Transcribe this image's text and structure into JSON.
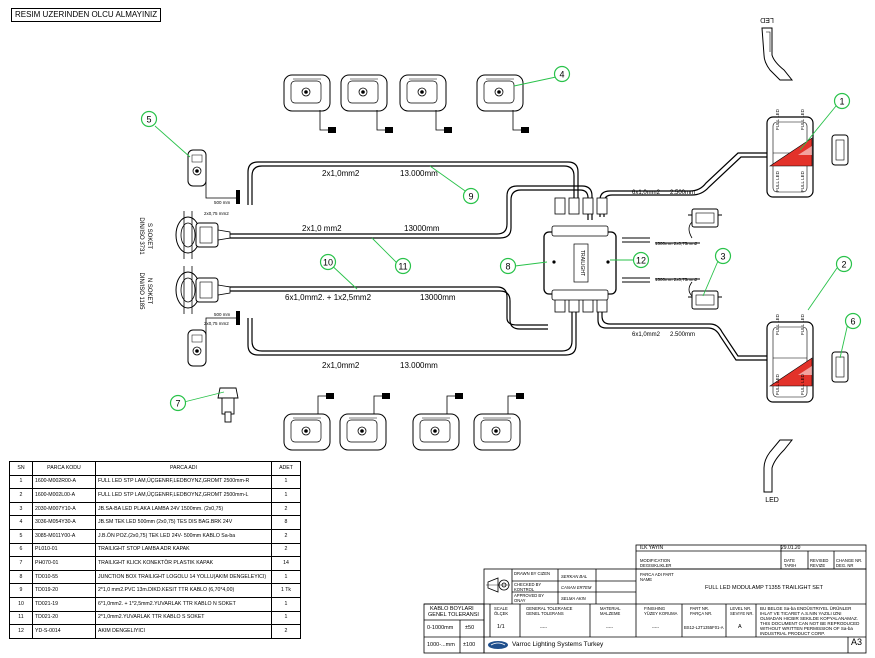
{
  "header": {
    "warning": "RESIM UZERINDEN OLCU ALMAYINIZ"
  },
  "labels": {
    "led": "LED",
    "full_led": "FULL LED",
    "socket_s": "S SOKET",
    "socket_s_spec": "DIN/ISO 3731",
    "socket_n": "N SOKET",
    "socket_n_spec": "DIN/ISO 1185",
    "mm500": "500 mm",
    "cable_small": "2x0,75 mm2",
    "cable_1500": "1500mm 2x0,75mm2",
    "brand": "TRAILIGHT"
  },
  "cables": {
    "c9_section": "2x1,0mm2",
    "c9_length": "13.000mm",
    "c11_section": "2x1,0 mm2",
    "c11_length": "13000mm",
    "c10_section": "6x1,0mm2. + 1x2,5mm2",
    "c10_length": "13000mm",
    "c_bottom_section": "2x1,0mm2",
    "c_bottom_length": "13.000mm",
    "r_top_section": "6x1,0mm2",
    "r_top_length": "2.500mm",
    "r_bot_section": "6x1,0mm2",
    "r_bot_length": "2.500mm"
  },
  "callouts": [
    "1",
    "2",
    "3",
    "4",
    "5",
    "6",
    "7",
    "8",
    "9",
    "10",
    "11",
    "12"
  ],
  "bom": {
    "headers": [
      "SN",
      "PARCA KODU",
      "PARCA ADI",
      "ADET"
    ],
    "rows": [
      [
        "1",
        "1600-M002R00-A",
        "FULL LED STP LAM,ÜÇGENRF,LEDBOYNZ,GROMT 2500mm-R",
        "1"
      ],
      [
        "2",
        "1600-M002L00-A",
        "FULL LED STP LAM,ÜÇGENRF,LEDBOYNZ,GROMT 2500mm-L",
        "1"
      ],
      [
        "3",
        "2030-M007Y10-A",
        "JB.SA-BA LED PLAKA LAMBA 24V 1500mm. (2x0,75)",
        "2"
      ],
      [
        "4",
        "3036-M054Y30-A",
        "JB.SM TEK LED 500mm (2x0,75) TES DIS BAG.BRK 24V",
        "8"
      ],
      [
        "5",
        "3085-M011Y00-A",
        "J.B.ÖN POZ.(2x0,75) TEK LED 24V- 500mm KABLO Sa-ba",
        "2"
      ],
      [
        "6",
        "PL010-01",
        "TRAILIGHT STOP LAMBA ADR KAPAK",
        "2"
      ],
      [
        "7",
        "PH070-01",
        "TRAILIGHT KLICK KONEKTÖR PLASTIK KAPAK",
        "14"
      ],
      [
        "8",
        "TD010-55",
        "JUNCTION BOX TRAILIGHT LOGOLU 14 YOLLU(AKIM DENGELEYICI)",
        "1"
      ],
      [
        "9",
        "TD019-20",
        "2*1,0 mm2.PVC 13m.DIKD.KESIT TTR KABLO (6,70*4,00)",
        "1 Tk"
      ],
      [
        "10",
        "TD021-19",
        "6*1,0mm2. + 1*2,5mm2.YUVARLAK TTR KABLO N SOKET",
        "1"
      ],
      [
        "11",
        "TD021-20",
        "2*1,0mm2.YUVARLAK TTR KABLO S SOKET",
        "1"
      ],
      [
        "12",
        "YD-S-0014",
        "AKIM DENGELIYICI",
        "2"
      ]
    ]
  },
  "title_block": {
    "ilk_yayin": "ILK YAYIN",
    "date": "29.01.20",
    "modification": "MODIFICATION DEGISIKLIKLER",
    "date_lbl": "DATE TARIH",
    "revised": "REVISED REVIZE",
    "change": "CHANGE NR. DEG. NR",
    "drawn": "DRAWN BY CIZEN",
    "drawn_name": "SERKAN BAL",
    "checked": "CHECKED BY KONTROL",
    "checked_name": "CANAN ERTEM",
    "approved": "APPROVED BY ONAY",
    "approved_name": "SELMA AKIN",
    "parca_adi": "PARCA ADI PART NAME",
    "part_name": "FULL LED MODULAMP T1355 TRAILIGHT SET",
    "kablo_boylari": "KABLO BOYLARI",
    "genel_tol": "GENEL TOLERANSI",
    "range1": "0-1000mm",
    "tol1": "±50",
    "range2": "1000-...mm",
    "tol2": "±100",
    "scale": "SCALE ÖLÇEK",
    "scale_val": "1/1",
    "gen_tol": "GENERAL TOLERANCE GENEL TOLERANS",
    "material": "MATERIAL MALZEME",
    "finishing": "FINISHING YÜZEY KORUMA",
    "part_nr": "PART NR. PARÇA NR.",
    "part_nr_val": "BS12-L2T1355F01-A",
    "level": "LEVEL NR. SEVIYE NR.",
    "level_val": "A",
    "dash": "-----",
    "legal": [
      "BU BELGE Sa-ba ENDÜSTRIYEL ÜRÜNLER",
      "IHLAT VE TICARET A.S.NIN YAZILI IZNI",
      "OLMADAN HICBIR SEKILDE KOPYALANAMAZ.",
      "THIS DOCUMENT CAN NOT BE REPRODUCED",
      "WITHOUT WRITTEN PERMISSION OF Sa-ba",
      "INDUSTRIAL PRODUCT CORP."
    ],
    "company": "Varroc Lighting Systems Turkey",
    "sheet": "A3"
  },
  "colors": {
    "callout": "#29c24a",
    "triangle": "#e3322a",
    "line": "#000000"
  }
}
